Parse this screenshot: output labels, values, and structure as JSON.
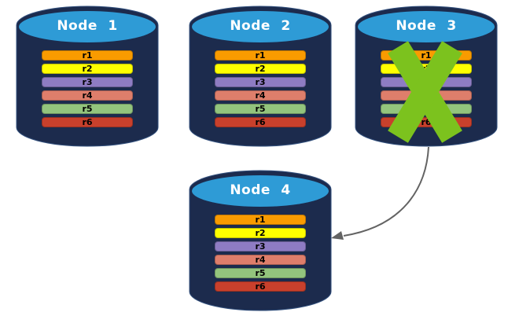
{
  "nodes": [
    {
      "label": "Node 1",
      "failed": false,
      "rows": [
        "r1",
        "r2",
        "r3",
        "r4",
        "r5",
        "r6"
      ]
    },
    {
      "label": "Node 2",
      "failed": false,
      "rows": [
        "r1",
        "r2",
        "r3",
        "r4",
        "r5",
        "r6"
      ]
    },
    {
      "label": "Node 3",
      "failed": true,
      "rows": [
        "r1",
        "r2",
        "r3",
        "r4",
        "r5",
        "r6"
      ]
    },
    {
      "label": "Node 4",
      "failed": false,
      "rows": [
        "r1",
        "r2",
        "r3",
        "r4",
        "r5",
        "r6"
      ]
    }
  ],
  "row_colors": [
    "#F99B00",
    "#FFFF00",
    "#8E7CC3",
    "#DE7E6B",
    "#93C47D",
    "#C8402C"
  ],
  "colors": {
    "cylinder_body": "#1C2B4D",
    "cylinder_edge": "#33517E",
    "cylinder_top": "#2E9BD6",
    "failure_x": "#7CC21E",
    "arrow": "#636363"
  }
}
